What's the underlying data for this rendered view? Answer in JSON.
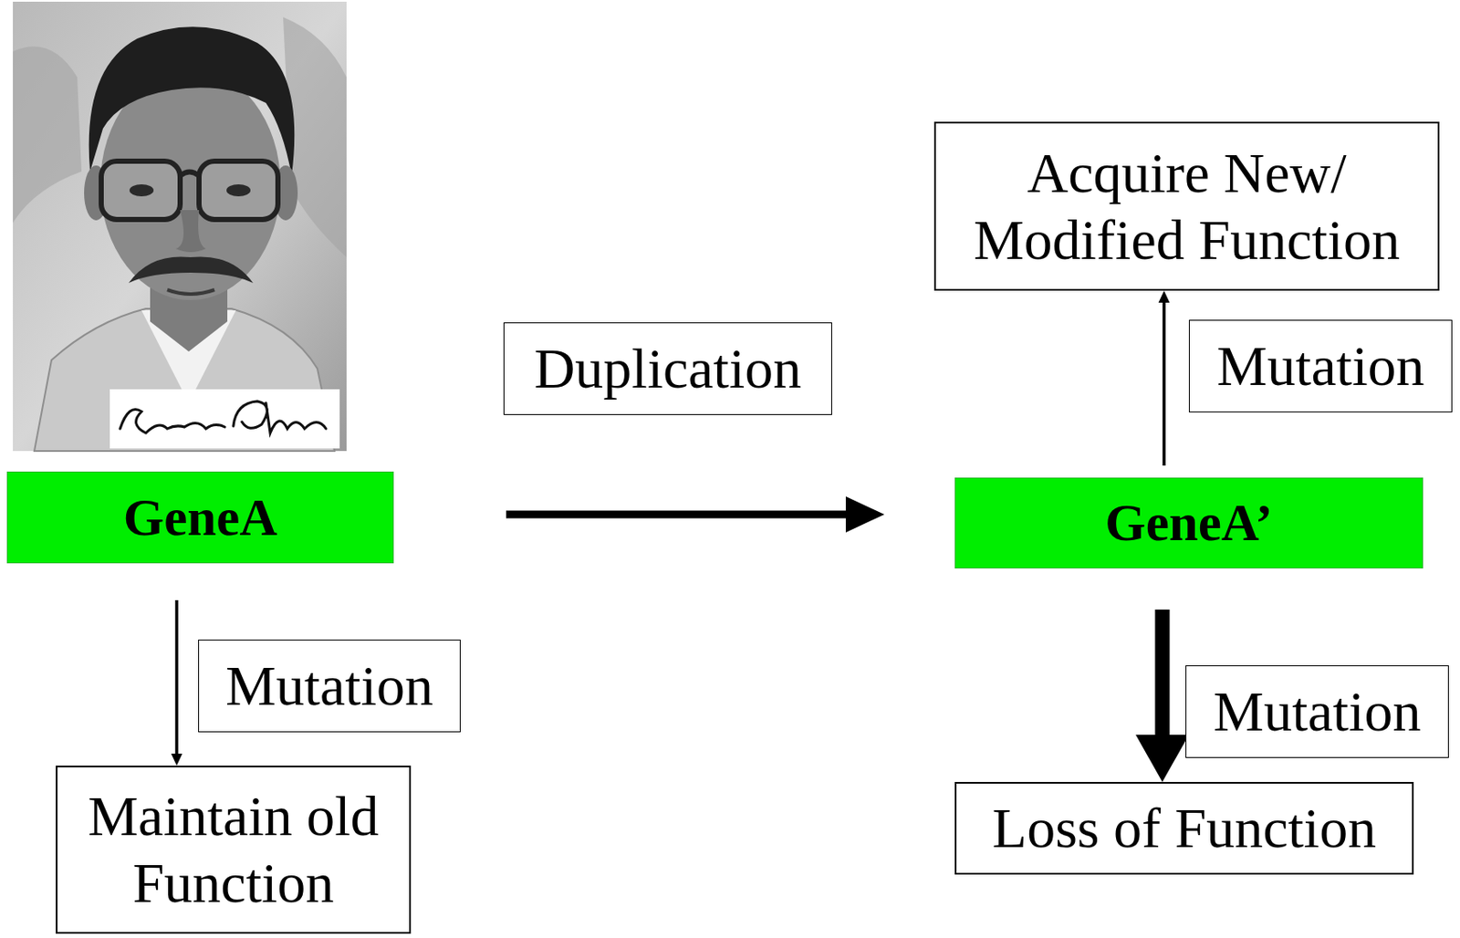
{
  "diagram": {
    "nodes": [
      {
        "text": [
          "GeneA"
        ]
      },
      {
        "text": [
          "GeneA’"
        ]
      },
      {
        "text": [
          "Acquire New/ Modified Function"
        ]
      },
      {
        "text": [
          "Maintain old Function"
        ]
      },
      {
        "text": [
          "Loss of Function"
        ]
      }
    ],
    "edges": [
      {
        "from": 0,
        "to": 1,
        "arrow": "to",
        "label": "Duplication"
      },
      {
        "from": 1,
        "to": 2,
        "arrow": "to",
        "label": "Mutation"
      },
      {
        "from": 1,
        "to": 4,
        "arrow": "to",
        "label": "Mutation"
      },
      {
        "from": 0,
        "to": 3,
        "arrow": "to",
        "label": "Mutation"
      }
    ]
  }
}
